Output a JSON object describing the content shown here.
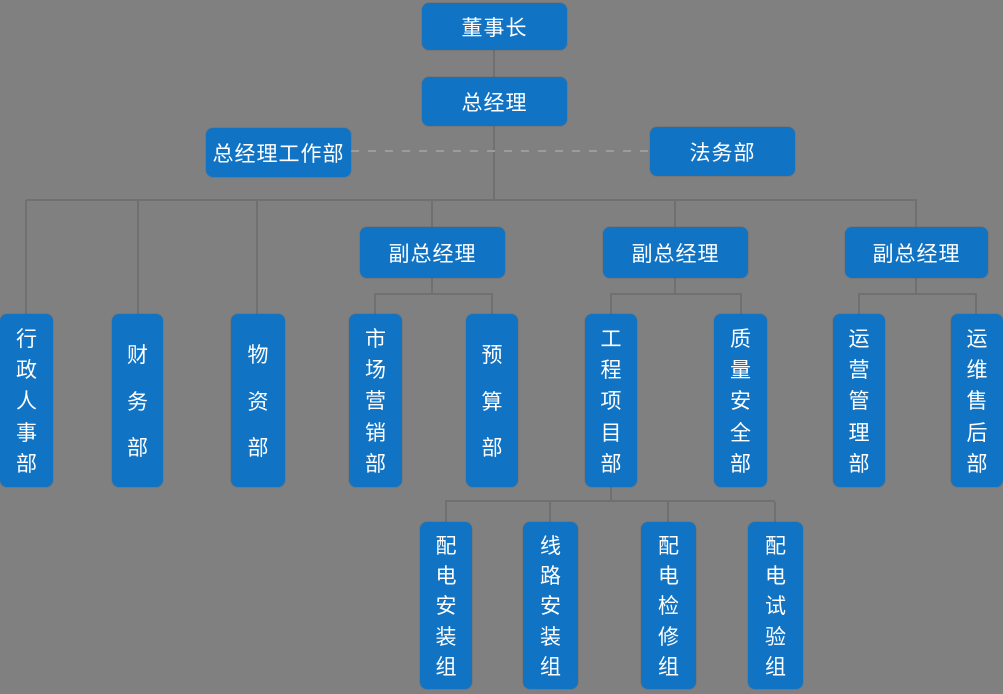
{
  "colors": {
    "background": "#808080",
    "node_blue": "#1173C4",
    "node_text": "#FFFFFF",
    "line": "#707070",
    "dashed_line": "#9C9C9C"
  },
  "org": {
    "chairman": {
      "label": "董事长"
    },
    "general_manager": {
      "label": "总经理"
    },
    "gm_office": {
      "label": "总经理工作部"
    },
    "legal_dept": {
      "label": "法务部"
    },
    "deputies": [
      {
        "label": "副总经理"
      },
      {
        "label": "副总经理"
      },
      {
        "label": "副总经理"
      }
    ],
    "departments": [
      {
        "label": "行政人事部"
      },
      {
        "label": "财务部"
      },
      {
        "label": "物资部"
      },
      {
        "label": "市场营销部"
      },
      {
        "label": "预算部"
      },
      {
        "label": "工程项目部"
      },
      {
        "label": "质量安全部"
      },
      {
        "label": "运营管理部"
      },
      {
        "label": "运维售后部"
      }
    ],
    "teams": [
      {
        "label": "配电安装组"
      },
      {
        "label": "线路安装组"
      },
      {
        "label": "配电检修组"
      },
      {
        "label": "配电试验组"
      }
    ],
    "edges": [
      {
        "from": "chairman",
        "to": "general_manager",
        "style": "solid"
      },
      {
        "from": "general_manager",
        "to": "gm_office",
        "style": "dashed"
      },
      {
        "from": "general_manager",
        "to": "legal_dept",
        "style": "dashed"
      },
      {
        "from": "general_manager",
        "to": "departments.0",
        "style": "solid"
      },
      {
        "from": "general_manager",
        "to": "departments.1",
        "style": "solid"
      },
      {
        "from": "general_manager",
        "to": "departments.2",
        "style": "solid"
      },
      {
        "from": "general_manager",
        "to": "deputies.0",
        "style": "solid"
      },
      {
        "from": "general_manager",
        "to": "deputies.1",
        "style": "solid"
      },
      {
        "from": "general_manager",
        "to": "deputies.2",
        "style": "solid"
      },
      {
        "from": "deputies.0",
        "to": "departments.3",
        "style": "solid"
      },
      {
        "from": "deputies.0",
        "to": "departments.4",
        "style": "solid"
      },
      {
        "from": "deputies.1",
        "to": "departments.5",
        "style": "solid"
      },
      {
        "from": "deputies.1",
        "to": "departments.6",
        "style": "solid"
      },
      {
        "from": "deputies.2",
        "to": "departments.7",
        "style": "solid"
      },
      {
        "from": "deputies.2",
        "to": "departments.8",
        "style": "solid"
      },
      {
        "from": "departments.5",
        "to": "teams.0",
        "style": "solid"
      },
      {
        "from": "departments.5",
        "to": "teams.1",
        "style": "solid"
      },
      {
        "from": "departments.5",
        "to": "teams.2",
        "style": "solid"
      },
      {
        "from": "departments.5",
        "to": "teams.3",
        "style": "solid"
      }
    ]
  }
}
